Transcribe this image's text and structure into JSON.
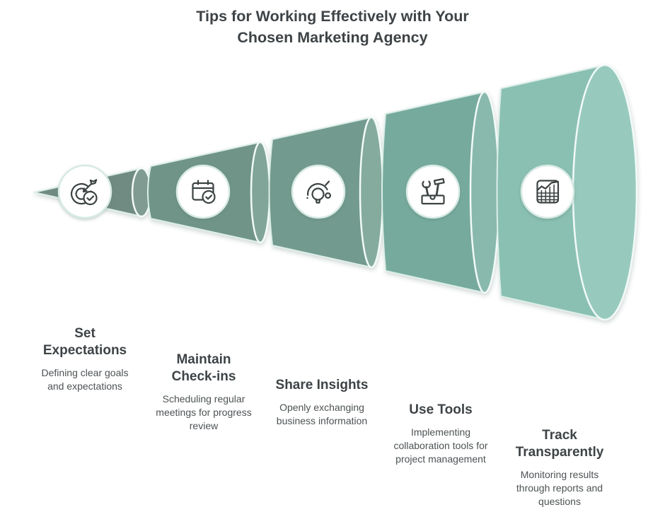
{
  "title": {
    "line1": "Tips for Working Effectively with Your",
    "line2": "Chosen Marketing Agency"
  },
  "steps": [
    {
      "heading": "Set Expectations",
      "description": "Defining clear goals and expectations",
      "icon": "target-check-icon",
      "color": "#73八b81",
      "segment_color": "#708b81",
      "cap_color": "#809c92"
    },
    {
      "heading": "Maintain Check-ins",
      "description": "Scheduling regular meetings for progress review",
      "icon": "calendar-check-icon",
      "segment_color": "#6f9488",
      "cap_color": "#81a599"
    },
    {
      "heading": "Share Insights",
      "description": "Openly exchanging business information",
      "icon": "lightbulb-idea-icon",
      "segment_color": "#739a8e",
      "cap_color": "#85ab9f"
    },
    {
      "heading": "Use Tools",
      "description": "Implementing collaboration tools for project management",
      "icon": "toolbox-icon",
      "segment_color": "#76aa9d",
      "cap_color": "#88b9ac"
    },
    {
      "heading": "Track Transparently",
      "description": "Monitoring results through reports and questions",
      "icon": "chart-grid-icon",
      "segment_color": "#8ac0b2",
      "cap_color": "#97cabd"
    }
  ],
  "colors": {
    "background": "#ffffff",
    "segment_outline": "#dceee8",
    "cap_line": "#f2faf7",
    "icon_stroke": "#3c4343",
    "icon_circle_fill": "#ffffff",
    "icon_circle_ring": "#d7eae3",
    "heading_text": "#3e4346",
    "description_text": "#4d5254"
  }
}
